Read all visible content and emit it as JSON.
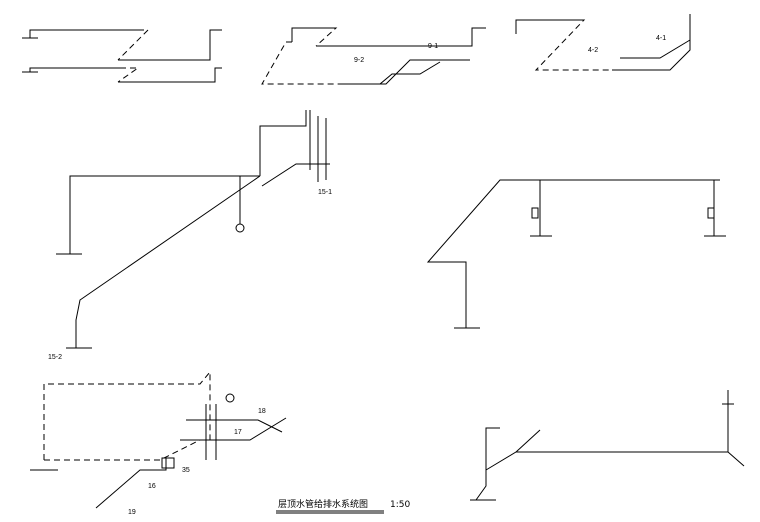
{
  "drawing": {
    "title": "层顶水管给排水系统图",
    "scale": "1:50"
  },
  "labels": {
    "l4_1": "4-1",
    "l4_2": "4-2",
    "l9_1": "9-1",
    "l9_2": "9-2",
    "l15_1": "15-1",
    "l15_2": "15-2",
    "l16": "16",
    "l17": "17",
    "l18": "18",
    "l19": "19",
    "l35": "35"
  }
}
